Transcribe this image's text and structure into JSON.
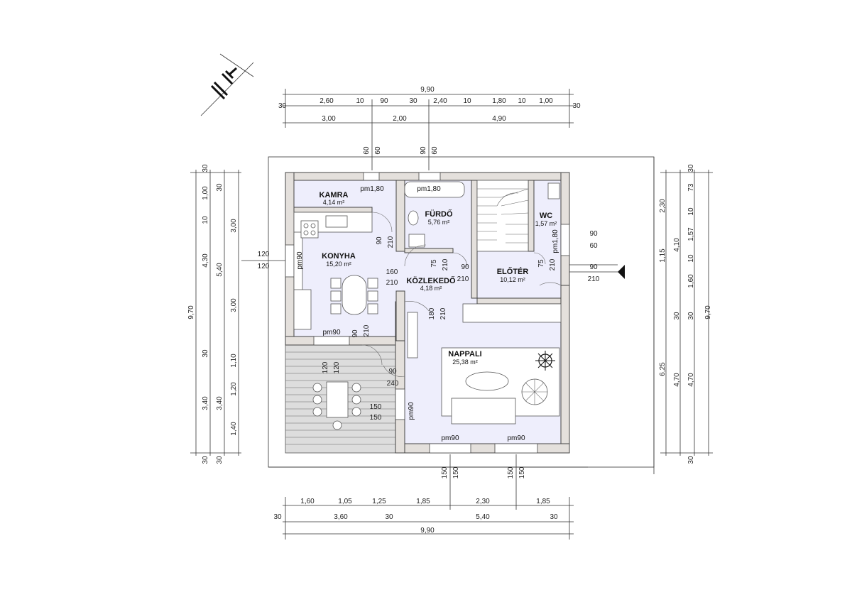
{
  "rooms": {
    "kamra": {
      "name": "KAMRA",
      "area": "4,14 m²",
      "window": "pm1,80"
    },
    "furdo": {
      "name": "FÜRDŐ",
      "area": "5,76 m²",
      "window": "pm1,80"
    },
    "wc": {
      "name": "WC",
      "area": "1,57 m²",
      "window": "pm1,80"
    },
    "konyha": {
      "name": "KONYHA",
      "area": "15,20 m²",
      "window_side": "pm90",
      "window_bottom": "pm90"
    },
    "kozlekedo": {
      "name": "KÖZLEKEDŐ",
      "area": "4,18 m²"
    },
    "eloter": {
      "name": "ELŐTÉR",
      "area": "10,12 m²"
    },
    "nappali": {
      "name": "NAPPALI",
      "area": "25,38 m²",
      "window_left": "pm90",
      "window_bottom_1": "pm90",
      "window_bottom_2": "pm90"
    }
  },
  "top_dims": {
    "total": "9,90",
    "row1": [
      "30",
      "2,60",
      "10",
      "90",
      "30",
      "2,40",
      "10",
      "1,80",
      "10",
      "1,00",
      "30"
    ],
    "row2": [
      "3,00",
      "2,00",
      "4,90"
    ]
  },
  "bottom_dims": {
    "row1": [
      "1,60",
      "1,05",
      "1,25",
      "1,85",
      "2,30",
      "1,85"
    ],
    "row2": [
      "30",
      "3,60",
      "30",
      "5,40",
      "30"
    ],
    "total": "9,90"
  },
  "left_dims": {
    "outer_total": "9,70",
    "col2": [
      "4,30",
      "3,40"
    ],
    "col3": [
      "30",
      "1,00",
      "10",
      "5,40",
      "30",
      "3,40",
      "30"
    ],
    "col4": [
      "30",
      "3,00",
      "3,00",
      "1,10",
      "1,20",
      "1,40",
      "30"
    ]
  },
  "right_dims": {
    "outer_total": "9,70",
    "col1": [
      "2,30",
      "1,15",
      "6,25"
    ],
    "col2": [
      "4,10",
      "30",
      "4,70"
    ],
    "col3": [
      "30",
      "73",
      "10",
      "1,57",
      "10",
      "1,60",
      "30",
      "4,70",
      "30"
    ]
  },
  "opening_labels": {
    "top_a": [
      "60",
      "60"
    ],
    "top_b": [
      "90",
      "60"
    ],
    "left": [
      "120",
      "120"
    ],
    "right_a": [
      "90",
      "60"
    ],
    "right_b": [
      "90",
      "210"
    ],
    "bottom_a": [
      "150",
      "150"
    ],
    "bottom_b": [
      "150",
      "150"
    ],
    "terrace": [
      "120",
      "120"
    ],
    "terrace_side": [
      "150",
      "150"
    ]
  },
  "door_labels": {
    "kamra_door": [
      "90",
      "210"
    ],
    "furdo_door": [
      "75",
      "210"
    ],
    "kozl_top": [
      "160",
      "210"
    ],
    "eloter_door": [
      "90",
      "210"
    ],
    "wc_door": [
      "75",
      "210"
    ],
    "konyha_terrace": [
      "90",
      "210"
    ],
    "nappali_door": [
      "180",
      "210"
    ],
    "nappali_side": [
      "90",
      "240"
    ]
  },
  "colors": {
    "wall": "#e4e0dc",
    "floor": "#eeeefc",
    "line": "#333333"
  },
  "icons": [
    "north-arrow-icon",
    "entrance-arrow-icon",
    "plant-icon"
  ]
}
